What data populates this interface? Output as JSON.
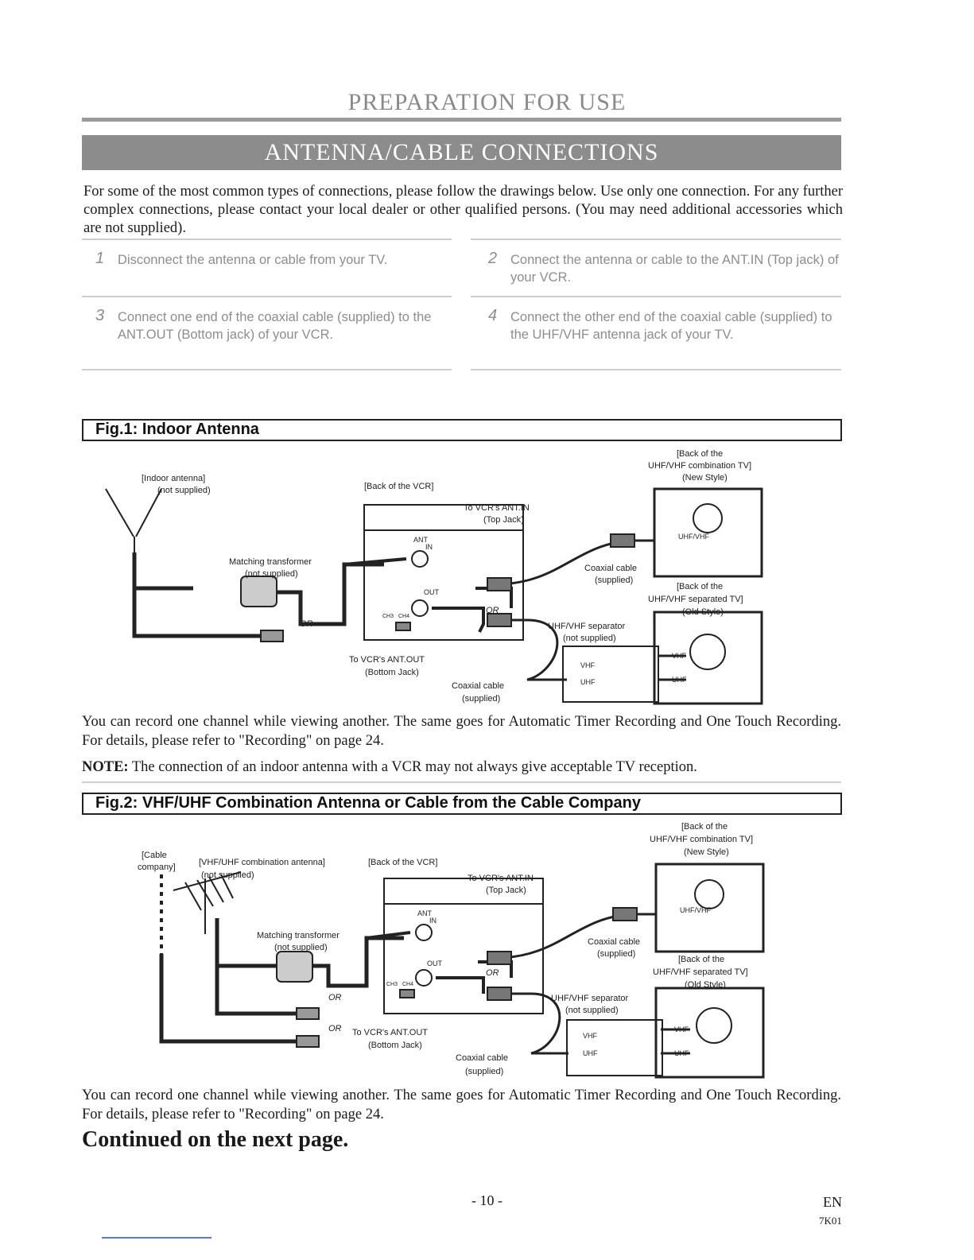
{
  "header": {
    "page_title": "PREPARATION FOR USE",
    "section_title": "ANTENNA/CABLE CONNECTIONS"
  },
  "intro": {
    "text": "For some of the most common types of connections, please follow the drawings below. Use only one connection. For any further complex connections, please contact your local dealer or other qualified persons. (You may need additional accessories which are not supplied)."
  },
  "steps": [
    {
      "num": "1",
      "text": "Disconnect the antenna or cable from your TV."
    },
    {
      "num": "2",
      "text": "Connect the antenna or cable to the ANT.IN (Top jack) of your VCR."
    },
    {
      "num": "3",
      "text": "Connect one end of the coaxial cable (supplied) to the ANT.OUT (Bottom jack) of your VCR."
    },
    {
      "num": "4",
      "text": "Connect the other end of the coaxial cable (supplied) to the UHF/VHF antenna jack of your TV."
    }
  ],
  "fig1": {
    "title": "Fig.1: Indoor Antenna",
    "labels": {
      "indoor_antenna_1": "[Indoor antenna]",
      "indoor_antenna_2": "(not supplied)",
      "matching_1": "Matching transformer",
      "matching_2": "(not supplied)",
      "or": "OR",
      "back_vcr": "[Back of the VCR]",
      "ant": "ANT",
      "in": "IN",
      "out": "OUT",
      "ch3": "CH3",
      "ch4": "CH4",
      "to_ant_in_1": "To VCR's ANT.IN",
      "to_ant_in_2": "(Top Jack)",
      "to_ant_out_1": "To VCR's ANT.OUT",
      "to_ant_out_2": "(Bottom Jack)",
      "coax_1": "Coaxial cable",
      "coax_2": "(supplied)",
      "separator_1": "UHF/VHF separator",
      "separator_2": "(not supplied)",
      "vhf": "VHF",
      "uhf": "UHF",
      "uhfvhf": "UHF/VHF",
      "tv_new_1": "[Back of the",
      "tv_new_2": "UHF/VHF combination TV]",
      "tv_new_3": "(New Style)",
      "tv_old_1": "[Back of the",
      "tv_old_2": "UHF/VHF separated TV]",
      "tv_old_3": "(Old Style)"
    }
  },
  "fig1_text": "You can record one channel while viewing another. The same goes for Automatic Timer Recording and One Touch Recording. For details, please refer to \"Recording\" on page 24.",
  "note": {
    "label": "NOTE:",
    "text": " The connection of an indoor antenna with a VCR may not always give acceptable TV reception."
  },
  "fig2": {
    "title": "Fig.2: VHF/UHF Combination Antenna or Cable from the Cable Company",
    "labels": {
      "cable_1": "[Cable",
      "cable_2": "company]",
      "combo_antenna_1": "[VHF/UHF combination antenna]",
      "combo_antenna_2": "(not supplied)"
    }
  },
  "fig2_text": "You can record one channel while viewing another. The same goes for Automatic Timer Recording and One Touch Recording. For details, please refer to \"Recording\" on page 24.",
  "footer": {
    "continued": "Continued on the next page.",
    "page_number": "- 10 -",
    "lang": "EN",
    "code": "7K01"
  }
}
